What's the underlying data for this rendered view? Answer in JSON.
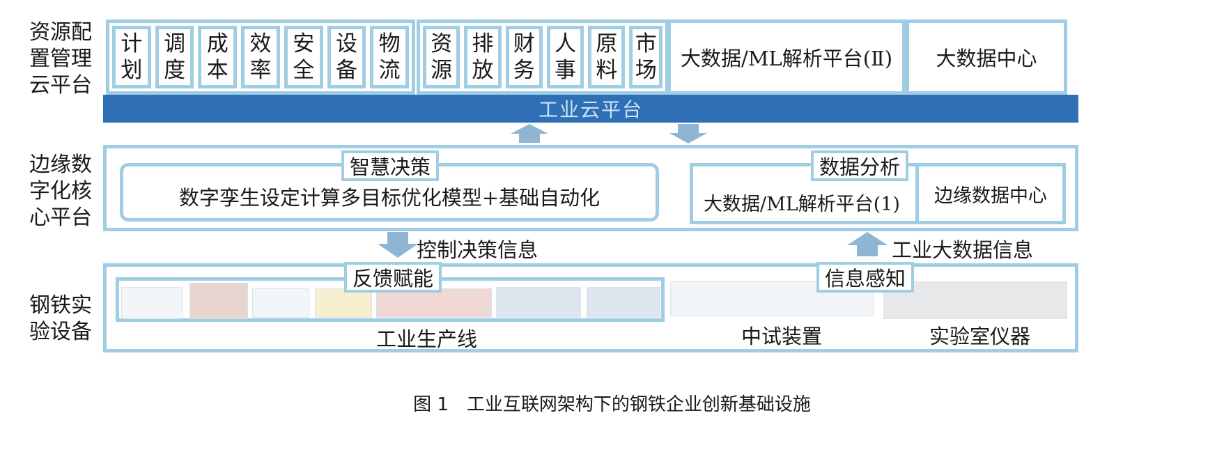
{
  "layers": {
    "cloud_label": "资源配置管理云平台",
    "edge_label": "边缘数字化核心平台",
    "equipment_label": "钢铁实验设备"
  },
  "cloud": {
    "groups": [
      [
        "计划",
        "调度",
        "成本",
        "效率",
        "安全",
        "设备",
        "物流"
      ],
      [
        "资源",
        "排放",
        "财务",
        "人事",
        "原料",
        "市场"
      ]
    ],
    "bigdata_platform": "大数据/ML解析平台(Ⅱ)",
    "data_center": "大数据中心",
    "bar": "工业云平台"
  },
  "edge": {
    "smart_decision_tag": "智慧决策",
    "smart_decision_text": "数字孪生设定计算多目标优化模型+基础自动化",
    "analysis_tag": "数据分析",
    "analysis_platform": "大数据/ML解析平台(1)",
    "edge_center": "边缘数据中心",
    "down_info": "控制决策信息",
    "up_info": "工业大数据信息"
  },
  "equipment": {
    "feedback_tag": "反馈赋能",
    "sensing_tag": "信息感知",
    "production_line": "工业生产线",
    "pilot": "中试装置",
    "lab": "实验室仪器"
  },
  "caption": "图 1　工业互联网架构下的钢铁企业创新基础设施",
  "colors": {
    "border": "#9fcde4",
    "cloud_bar": "#2f6fb5",
    "arrow": "#8fb5d2"
  }
}
